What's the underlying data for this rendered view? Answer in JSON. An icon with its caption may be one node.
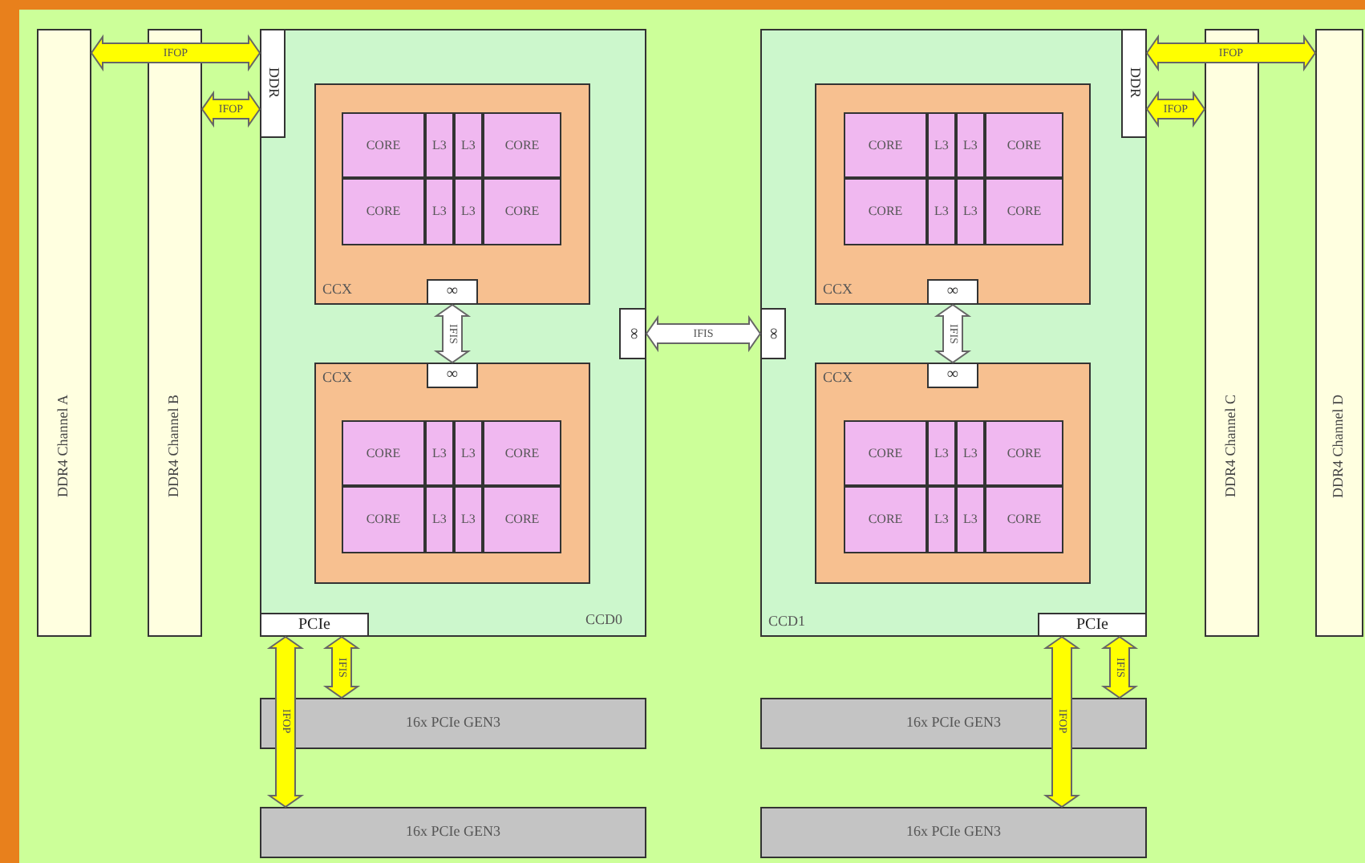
{
  "diagram": {
    "nodes": [
      {
        "text": [
          "DDR4 Channel A"
        ]
      },
      {
        "text": [
          "DDR4 Channel B"
        ]
      },
      {
        "text": [
          "CCD0"
        ]
      },
      {
        "text": [
          "DDR"
        ],
        "in": 2
      },
      {
        "text": [
          "CCX"
        ],
        "in": 2
      },
      {
        "text": [
          "CORE"
        ],
        "in": 4
      },
      {
        "text": [
          "L3"
        ],
        "in": 4
      },
      {
        "text": [
          "L3"
        ],
        "in": 4
      },
      {
        "text": [
          "CORE"
        ],
        "in": 4
      },
      {
        "text": [
          "CORE"
        ],
        "in": 4
      },
      {
        "text": [
          "L3"
        ],
        "in": 4
      },
      {
        "text": [
          "L3"
        ],
        "in": 4
      },
      {
        "text": [
          "CORE"
        ],
        "in": 4
      },
      {
        "text": [
          "∞"
        ],
        "in": 4
      },
      {
        "text": [
          "CCX"
        ],
        "in": 2
      },
      {
        "text": [
          "∞"
        ],
        "in": 14
      },
      {
        "text": [
          "CORE"
        ],
        "in": 14
      },
      {
        "text": [
          "L3"
        ],
        "in": 14
      },
      {
        "text": [
          "L3"
        ],
        "in": 14
      },
      {
        "text": [
          "CORE"
        ],
        "in": 14
      },
      {
        "text": [
          "CORE"
        ],
        "in": 14
      },
      {
        "text": [
          "L3"
        ],
        "in": 14
      },
      {
        "text": [
          "L3"
        ],
        "in": 14
      },
      {
        "text": [
          "CORE"
        ],
        "in": 14
      },
      {
        "text": [
          "∞"
        ],
        "in": 2
      },
      {
        "text": [
          "PCIe"
        ],
        "in": 2
      },
      {
        "text": [
          "CCD1"
        ]
      },
      {
        "text": [
          "∞"
        ],
        "in": 26
      },
      {
        "text": [
          "CCX"
        ],
        "in": 26
      },
      {
        "text": [
          "CORE"
        ],
        "in": 28
      },
      {
        "text": [
          "L3"
        ],
        "in": 28
      },
      {
        "text": [
          "L3"
        ],
        "in": 28
      },
      {
        "text": [
          "CORE"
        ],
        "in": 28
      },
      {
        "text": [
          "CORE"
        ],
        "in": 28
      },
      {
        "text": [
          "L3"
        ],
        "in": 28
      },
      {
        "text": [
          "L3"
        ],
        "in": 28
      },
      {
        "text": [
          "CORE"
        ],
        "in": 28
      },
      {
        "text": [
          "∞"
        ],
        "in": 28
      },
      {
        "text": [
          "CCX"
        ],
        "in": 26
      },
      {
        "text": [
          "∞"
        ],
        "in": 38
      },
      {
        "text": [
          "CORE"
        ],
        "in": 38
      },
      {
        "text": [
          "L3"
        ],
        "in": 38
      },
      {
        "text": [
          "L3"
        ],
        "in": 38
      },
      {
        "text": [
          "CORE"
        ],
        "in": 38
      },
      {
        "text": [
          "CORE"
        ],
        "in": 38
      },
      {
        "text": [
          "L3"
        ],
        "in": 38
      },
      {
        "text": [
          "L3"
        ],
        "in": 38
      },
      {
        "text": [
          "CORE"
        ],
        "in": 38
      },
      {
        "text": [
          "DDR"
        ],
        "in": 26
      },
      {
        "text": [
          "PCIe"
        ],
        "in": 26
      },
      {
        "text": [
          "DDR4 Channel C"
        ]
      },
      {
        "text": [
          "DDR4 Channel D"
        ]
      },
      {
        "text": [
          "16x PCIe GEN3"
        ]
      },
      {
        "text": [
          "16x PCIe GEN3"
        ]
      },
      {
        "text": [
          "16x PCIe GEN3"
        ]
      },
      {
        "text": [
          "16x PCIe GEN3"
        ]
      }
    ],
    "edges": [
      {
        "from": 3,
        "to": 0,
        "arrow": "both",
        "label": "IFOP"
      },
      {
        "from": 3,
        "to": 1,
        "arrow": "both",
        "label": "IFOP"
      },
      {
        "from": 13,
        "to": 15,
        "arrow": "both",
        "label": "IFIS",
        "color": "#ffffff"
      },
      {
        "from": 24,
        "to": 27,
        "arrow": "both",
        "label": "IFIS",
        "color": "#ffffff"
      },
      {
        "from": 37,
        "to": 39,
        "arrow": "both",
        "label": "IFIS",
        "color": "#ffffff"
      },
      {
        "from": 48,
        "to": 51,
        "arrow": "both",
        "label": "IFOP"
      },
      {
        "from": 48,
        "to": 50,
        "arrow": "both",
        "label": "IFOP"
      },
      {
        "from": 25,
        "to": 53,
        "arrow": "both",
        "label": "IFOP"
      },
      {
        "from": 25,
        "to": 52,
        "arrow": "both",
        "label": "IFIS"
      },
      {
        "from": 49,
        "to": 55,
        "arrow": "both",
        "label": "IFOP"
      },
      {
        "from": 49,
        "to": 54,
        "arrow": "both",
        "label": "IFIS"
      }
    ]
  }
}
